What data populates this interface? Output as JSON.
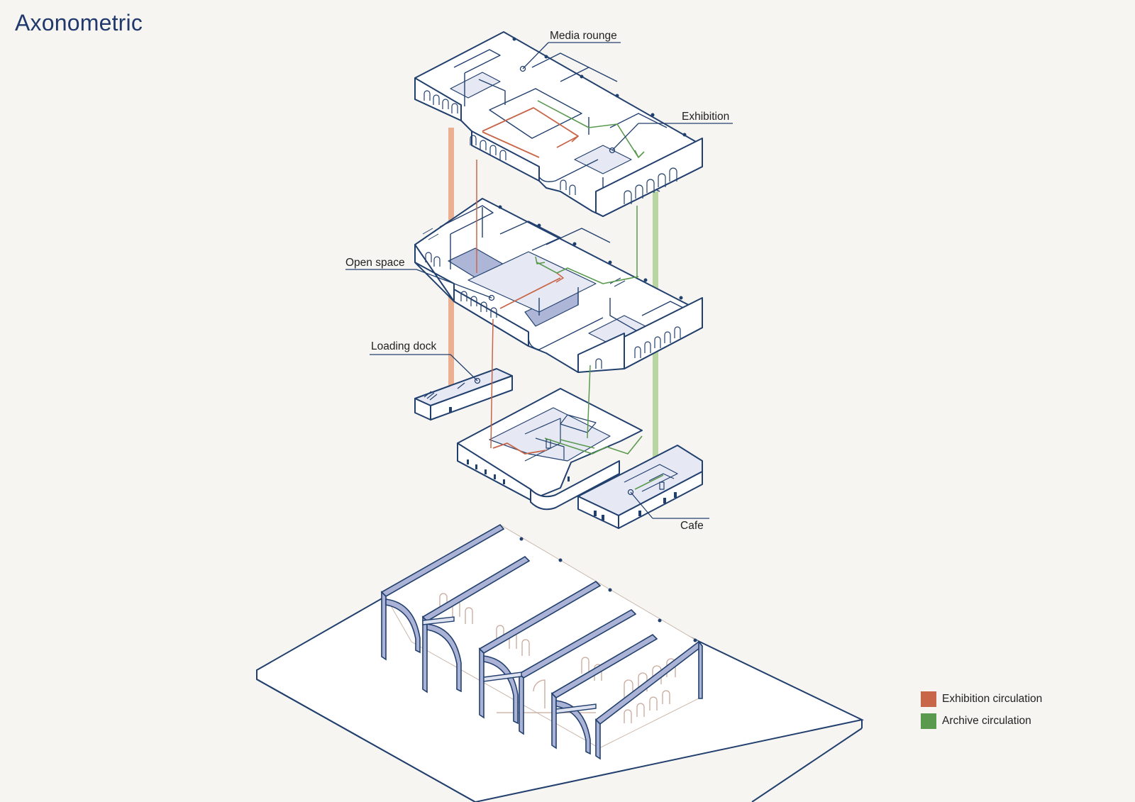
{
  "title": "Axonometric",
  "labels": {
    "media_lounge": "Media rounge",
    "exhibition": "Exhibition",
    "open_space": "Open space",
    "loading_dock": "Loading dock",
    "cafe": "Cafe"
  },
  "legend": [
    {
      "label": "Exhibition circulation",
      "color": "#c8664a"
    },
    {
      "label": "Archive circulation",
      "color": "#5a9a4e"
    }
  ],
  "colors": {
    "outline": "#22406e",
    "wall_fill": "#ffffff",
    "floor_tint": "#e6e9f4",
    "floor_dark": "#aeb6d8",
    "frame_fill": "#aab2d6",
    "vertical_exhibition": "#eab091",
    "vertical_archive": "#b9d6a2"
  }
}
